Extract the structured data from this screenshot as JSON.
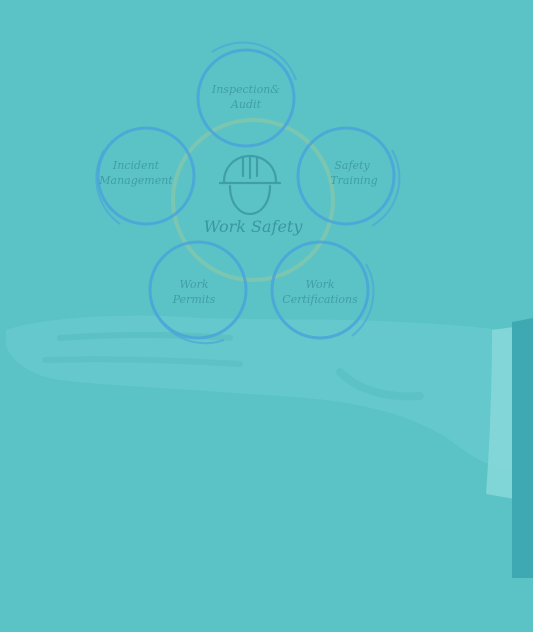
{
  "diagram": {
    "center": {
      "label": "Work Safety",
      "icon": "hard-hat-icon"
    },
    "nodes": [
      {
        "id": "inspection",
        "lines": [
          "Inspection&",
          "Audit"
        ]
      },
      {
        "id": "safety-training",
        "lines": [
          "Safety",
          "Training"
        ]
      },
      {
        "id": "work-certifications",
        "lines": [
          "Work",
          "Certifications"
        ]
      },
      {
        "id": "work-permits",
        "lines": [
          "Work",
          "Permits"
        ]
      },
      {
        "id": "incident-management",
        "lines": [
          "Incident",
          "Management"
        ]
      }
    ]
  },
  "colors": {
    "background": "#5bc3c6",
    "circle_stroke": "#4aa6d8",
    "center_ring": "#8cc8a4",
    "label": "#3f9ea8",
    "hand": "#66c9cc",
    "sleeve": "#3ea9b3"
  }
}
